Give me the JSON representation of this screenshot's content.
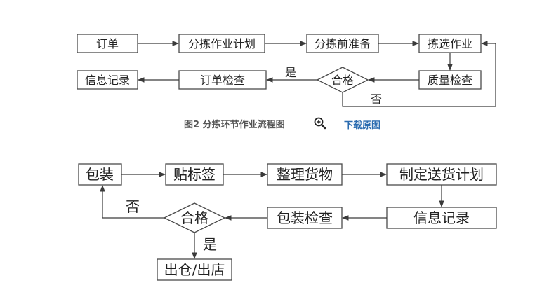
{
  "flow1": {
    "order": "订单",
    "sorting_plan": "分拣作业计划",
    "pre_sorting_prep": "分拣前准备",
    "picking_work": "拣选作业",
    "quality_check": "质量检查",
    "qualified": "合格",
    "order_check": "订单检查",
    "info_record": "信息记录",
    "yes": "是",
    "no": "否"
  },
  "caption": {
    "text": "图2  分拣环节作业流程图",
    "zoom_icon": "magnifier-plus-icon",
    "download": "下载原图"
  },
  "flow2": {
    "packaging": "包装",
    "labeling": "贴标签",
    "organize_goods": "整理货物",
    "delivery_plan": "制定送货计划",
    "info_record": "信息记录",
    "packaging_check": "包装检查",
    "qualified": "合格",
    "out_warehouse": "出仓/出店",
    "yes": "是",
    "no": "否"
  }
}
